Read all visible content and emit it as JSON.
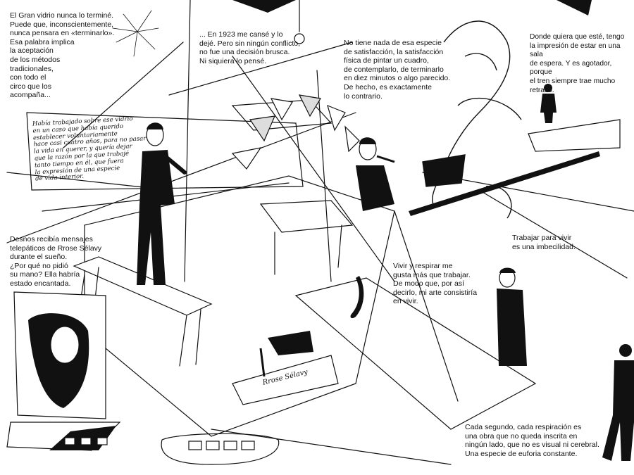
{
  "captions": {
    "c1_lines": "El Gran vidrio nunca lo terminé.\nPuede que, inconscientemente,\nnunca pensara en «terminarlo».\nEsa palabra implica\nla aceptación\nde los métodos\ntradicionales,\ncon todo el\ncirco que los\nacompaña...",
    "c2_lines": "... En 1923 me cansé y lo\ndejé. Pero sin ningún conflicto,\nno fue una decisión brusca.\nNi siquiera lo pensé.",
    "c3_lines": "No tiene nada de esa especie\nde satisfacción, la satisfacción\nfísica de pintar un cuadro,\nde contemplarlo, de terminarlo\nen diez minutos o algo parecido.\nDe hecho, es exactamente\nlo contrario.",
    "c4_lines": "Donde quiera que esté, tengo\nla impresión de estar en una sala\nde espera. Y es agotador, porque\nel tren siempre trae mucho retraso.",
    "c5_lines": "Desnos recibía mensajes\ntelepáticos de Rrose Sélavy\ndurante el sueño.\n¿Por qué no pidió\nsu mano? Ella habría\nestado encantada.",
    "c6_lines": "Trabajar para vivir\nes una imbecilidad.",
    "c7_lines": "Vivir y respirar me\ngusta más que trabajar.\nDe modo que, por así\ndecirlo, mi arte consistiría\nen vivir.",
    "c8_lines": "Cada segundo, cada respiración es\nuna obra que no queda inscrita en\nningún lado, que no es visual ni cerebral.\nUna especie de euforia constante."
  },
  "note_text": "Había trabajado sobre ese vidrio\nen un caso que había querido\nestablecer voluntariamente\nhace casi cuatro años, para no pasar\nla vida en querer, y quería dejar\nque la razón por la que trabajé\ntanto tiempo en él, que fuera\nla expresión de una especie\nde vida interior.",
  "handwriting": "Rrose Sélavy",
  "colors": {
    "ink": "#111111",
    "paper": "#ffffff"
  }
}
